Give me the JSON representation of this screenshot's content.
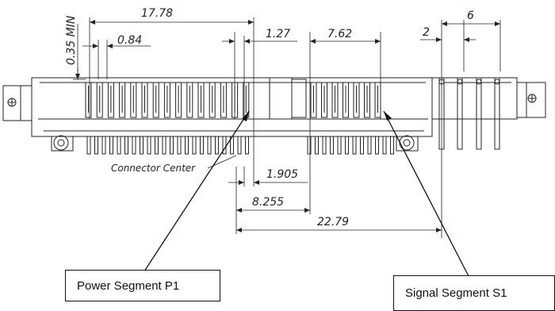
{
  "dimensions": {
    "d_17_78": "17.78",
    "d_0_84": "0.84",
    "d_0_35_min": "0.35 MIN",
    "d_1_27": "1.27",
    "d_7_62": "7.62",
    "d_2": "2",
    "d_6": "6",
    "d_1_905": "1.905",
    "d_8_255": "8.255",
    "d_22_79": "22.79"
  },
  "labels": {
    "connector_center": "Connector Center",
    "power_segment": "Power Segment P1",
    "signal_segment": "Signal Segment S1"
  }
}
